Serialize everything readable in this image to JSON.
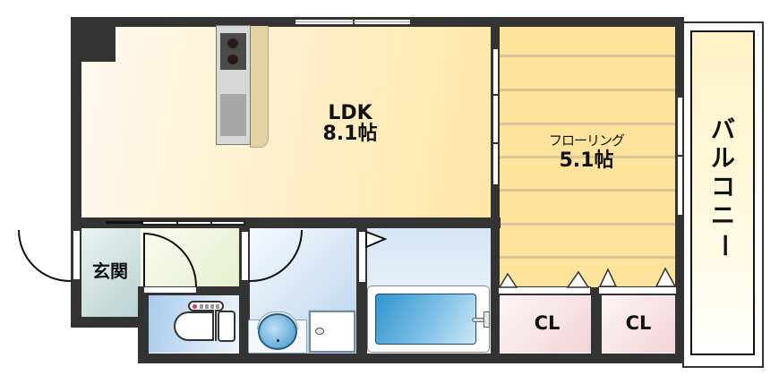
{
  "floorplan": {
    "rooms": {
      "ldk": {
        "name": "LDK",
        "size": "8.1帖"
      },
      "flooring": {
        "name": "フローリング",
        "size": "5.1帖"
      },
      "balcony": {
        "name": "バルコニー",
        "chars": [
          "バ",
          "ル",
          "コ",
          "ニ",
          "ー"
        ]
      },
      "entrance": {
        "name": "玄関"
      },
      "closet1": {
        "name": "CL"
      },
      "closet2": {
        "name": "CL"
      }
    },
    "colors": {
      "wall": "#333333",
      "ldk_floor": "#fde9b0",
      "flooring_floor": "#fce29a",
      "plank_line": "#d9c491",
      "balcony_floor": "#fff5cc",
      "entrance_floor": "#c9dedd",
      "hall_floor": "#eef3d8",
      "wet_floor": "#cfe1f3",
      "closet_floor": "#f6dde0",
      "tub": "#4aa3d6"
    }
  }
}
